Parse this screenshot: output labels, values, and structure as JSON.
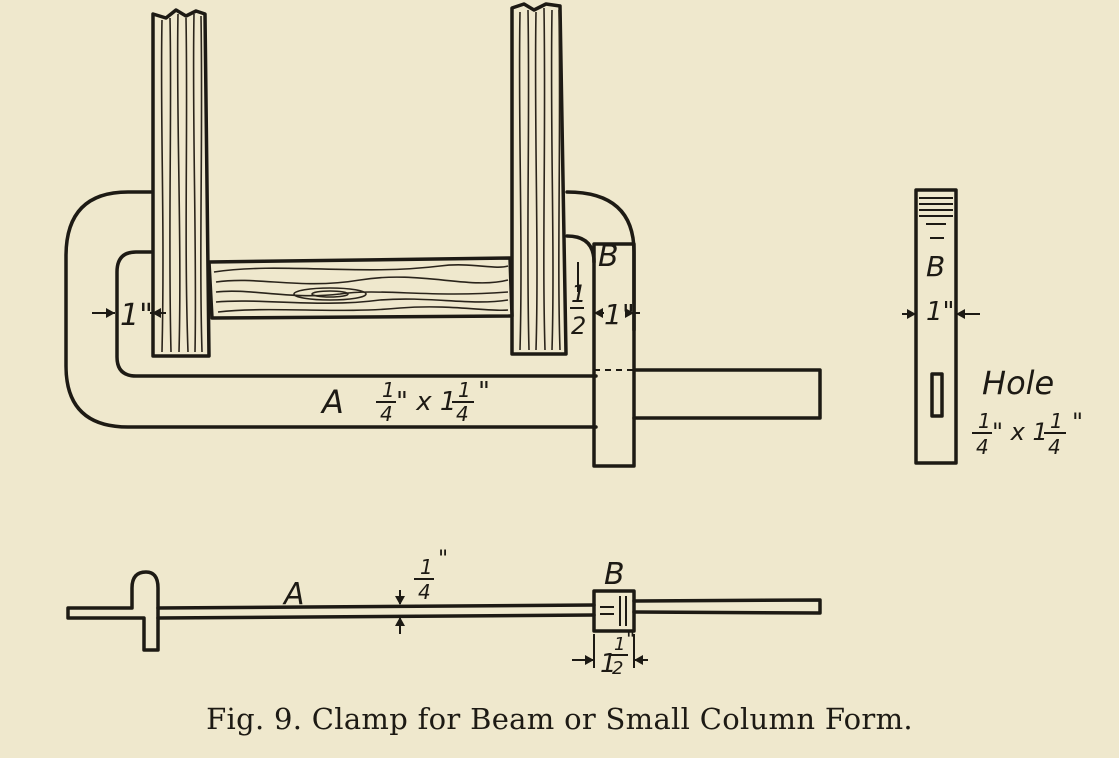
{
  "figure": {
    "caption": "Fig. 9.  Clamp for Beam or Small Column Form."
  },
  "labels": {
    "part_a": "A",
    "part_b": "B",
    "dim_one_inch": "1\"",
    "dim_half_num": "1",
    "dim_half_den": "2",
    "a_size_quarter_num": "1",
    "a_size_quarter_den": "4",
    "a_size_x": "\" x 1",
    "a_size_frac_num": "1",
    "a_size_frac_den": "4",
    "a_size_inch": "\"",
    "hole_title": "Hole",
    "hole_size_num": "1",
    "hole_size_den": "4",
    "hole_size_mid": "\" x 1",
    "hole_size_num2": "1",
    "hole_size_den2": "4",
    "hole_size_inch": "\"",
    "bottom_thickness_num": "1",
    "bottom_thickness_den": "4",
    "bottom_thickness_inch": "\"",
    "bottom_width_whole": "1",
    "bottom_width_num": "1",
    "bottom_width_den": "2",
    "bottom_width_inch": "\""
  },
  "colors": {
    "paper": "#efe8cd",
    "ink": "#1d1a14"
  }
}
